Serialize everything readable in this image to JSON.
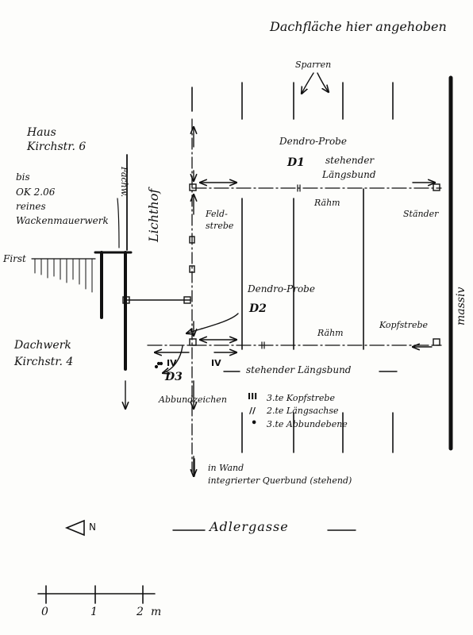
{
  "header_note": "Dachfläche hier angehoben",
  "rafters_label": "Sparren",
  "neighbors": {
    "house_line1": "Haus",
    "house_line2": "Kirchstr. 6",
    "wall_note": [
      "bis",
      "OK 2.06",
      "reines",
      "Wackenmauerwerk"
    ],
    "first_label": "First",
    "roof_line1": "Dachwerk",
    "roof_line2": "Kirchstr. 4"
  },
  "fachw_label": "Fachw.",
  "lichthof_label": "Lichthof",
  "massiv_label": "massiv",
  "samples": {
    "d1_note": "Dendro-Probe",
    "d1_code": "D1",
    "d2_note": "Dendro-Probe",
    "d2_code": "D2",
    "d3_code": "D3"
  },
  "structure": {
    "upper_bund_line1": "stehender",
    "upper_bund_line2": "Längsbund",
    "rahm_upper": "Rähm",
    "rahm_lower": "Rähm",
    "staender": "Ständer",
    "feldstrebe_line1": "Feld-",
    "feldstrebe_line2": "strebe",
    "kopfstrebe": "Kopfstrebe",
    "lower_bund": "stehender Längsbund",
    "mark_iv_left": "IV",
    "mark_iv_mid": "IV"
  },
  "legend": {
    "title": "Abbundzeichen",
    "items": [
      {
        "mark": "III",
        "text": "3.te Kopfstrebe"
      },
      {
        "mark": "//",
        "text": "2.te Längsachse"
      },
      {
        "mark": "•",
        "text": "3.te Abbundebene"
      }
    ]
  },
  "wall_note": {
    "line1": "in Wand",
    "line2": "integrierter Querbund (stehend)"
  },
  "street": "Adlergasse",
  "north_label": "N",
  "scale": {
    "ticks": [
      "0",
      "1",
      "2"
    ],
    "unit": "m"
  }
}
